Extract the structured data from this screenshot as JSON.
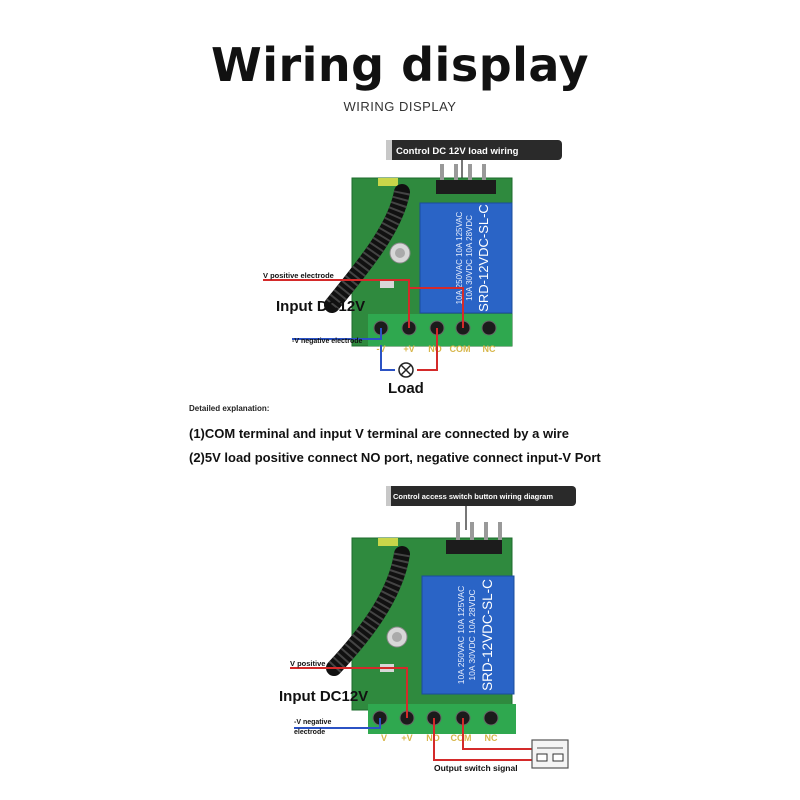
{
  "header": {
    "title": "Wiring display",
    "subtitle": "WIRING DISPLAY"
  },
  "diagram1": {
    "banner": "Control DC 12V load wiring",
    "relay_line1": "SRD-12VDC-SL-C",
    "relay_line2": "10A 250VAC 10A 125VAC",
    "relay_line3": "10A 30VDC 10A 28VDC",
    "v_positive_label": "V positive electrode",
    "input_label": "Input DC12V",
    "v_negative_label": "-V negative electrode",
    "terminals": [
      "-V",
      "+V",
      "NO",
      "COM",
      "NC"
    ],
    "load_label": "Load"
  },
  "explanation": {
    "heading": "Detailed explanation:",
    "line1": "(1)COM terminal and input V terminal are connected by a wire",
    "line2": "(2)5V load positive connect NO port, negative connect input-V Port"
  },
  "diagram2": {
    "banner": "Control access switch button wiring diagram",
    "relay_line1": "SRD-12VDC-SL-C",
    "relay_line2": "10A 250VAC 10A 125VAC",
    "relay_line3": "10A 30VDC 10A 28VDC",
    "v_positive_label": "V positive",
    "input_label": "Input DC12V",
    "v_negative_label_1": "-V negative",
    "v_negative_label_2": "electrode",
    "terminals": [
      "V",
      "+V",
      "NO",
      "COM",
      "NC"
    ],
    "output_label": "Output switch signal"
  },
  "colors": {
    "pcb": "#2f8a3e",
    "relay": "#2a64c6",
    "terminal": "#2fa84f",
    "positive_wire": "#d42a2a",
    "negative_wire": "#2b52c4",
    "banner": "#2a2a2a"
  }
}
